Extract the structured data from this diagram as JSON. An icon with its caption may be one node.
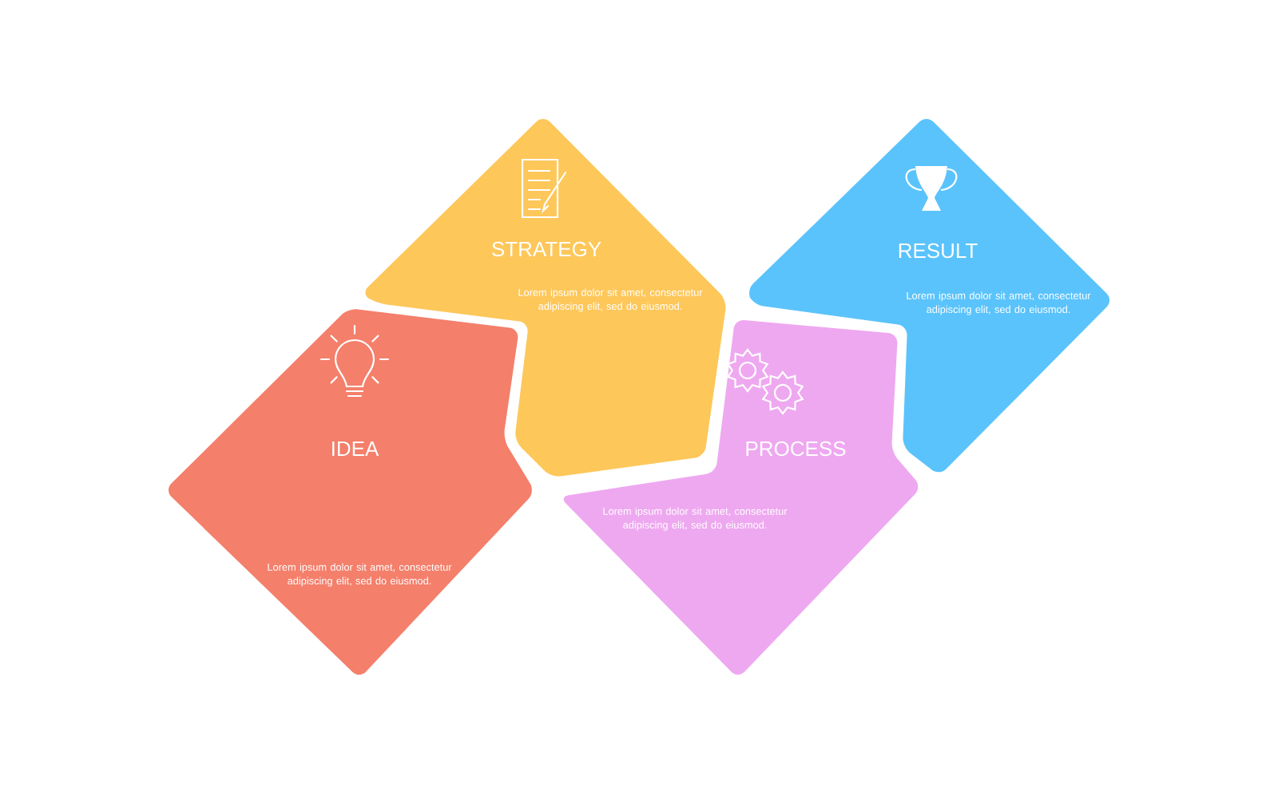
{
  "diagram": {
    "nodes": [
      {
        "text": [
          "IDEA",
          "Lorem ipsum dolor sit amet, consectetur adipiscing elit, sed do eiusmod."
        ]
      },
      {
        "text": [
          "STRATEGY",
          "Lorem ipsum dolor sit amet, consectetur adipiscing elit, sed do eiusmod."
        ]
      },
      {
        "text": [
          "PROCESS",
          "Lorem ipsum dolor sit amet, consectetur adipiscing elit, sed do eiusmod."
        ]
      },
      {
        "text": [
          "RESULT",
          "Lorem ipsum dolor sit amet, consectetur adipiscing elit, sed do eiusmod."
        ]
      }
    ]
  }
}
